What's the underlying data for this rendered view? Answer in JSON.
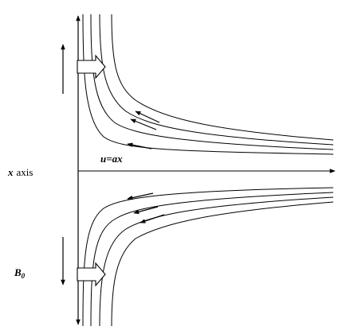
{
  "labels": {
    "x_axis_var": "x",
    "x_axis_word": "axis",
    "velocity": "u=ax",
    "field_symbol": "B",
    "field_subscript": "0"
  },
  "colors": {
    "line": "#000000",
    "background": "#ffffff",
    "block_arrow_fill": "#ffffff"
  }
}
